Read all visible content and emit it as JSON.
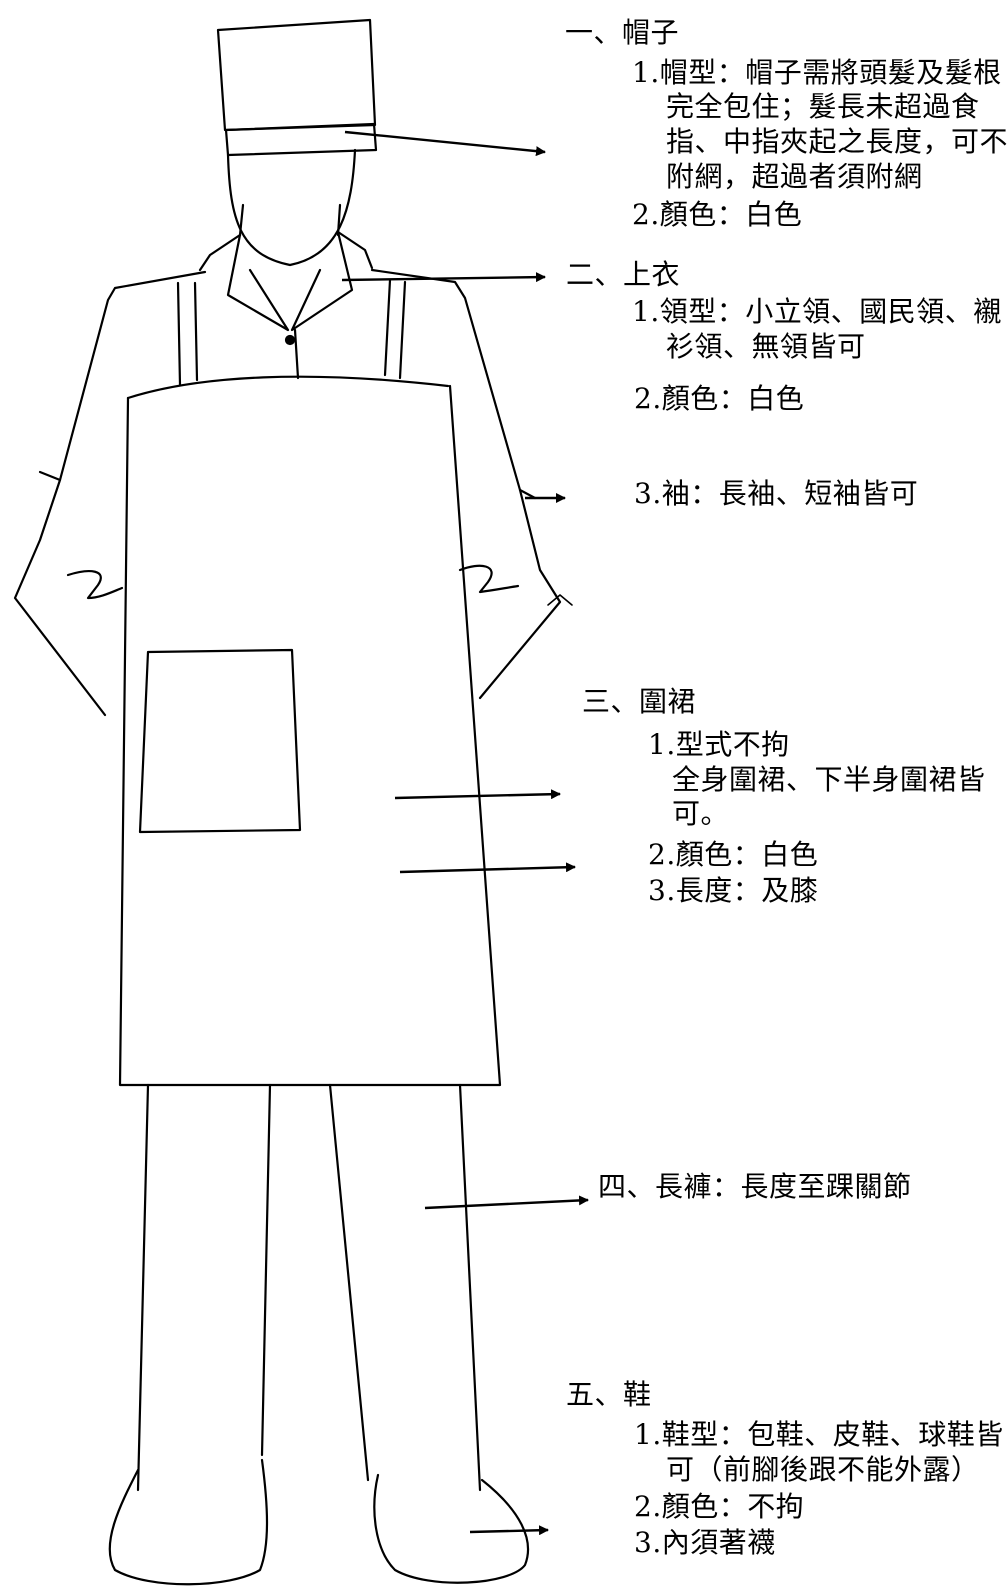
{
  "sections": {
    "hat": {
      "heading": "一、帽子",
      "line1": "1.帽型：帽子需將頭髮及髮根",
      "line2": "完全包住；髮長未超過食",
      "line3": "指、中指夾起之長度，可不",
      "line4": "附網，超過者須附網",
      "color": "2.顏色：白色"
    },
    "top": {
      "heading": "二、上衣",
      "collar1": "1.領型：小立領、國民領、襯",
      "collar2": "衫領、無領皆可",
      "color": "2.顏色：白色",
      "sleeve": "3.袖：長袖、短袖皆可"
    },
    "apron": {
      "heading": "三、圍裙",
      "style1": "1.型式不拘",
      "style2": "全身圍裙、下半身圍裙皆",
      "style3": "可。",
      "color": "2.顏色：白色",
      "length": "3.長度：及膝"
    },
    "pants": {
      "heading": "四、長褲：長度至踝關節"
    },
    "shoes": {
      "heading": "五、鞋",
      "type1": "1.鞋型：包鞋、皮鞋、球鞋皆",
      "type2": "可（前腳後跟不能外露）",
      "color": "2.顏色：不拘",
      "socks": "3.內須著襪"
    }
  },
  "colors": {
    "ink": "#000000",
    "paper": "#ffffff"
  }
}
